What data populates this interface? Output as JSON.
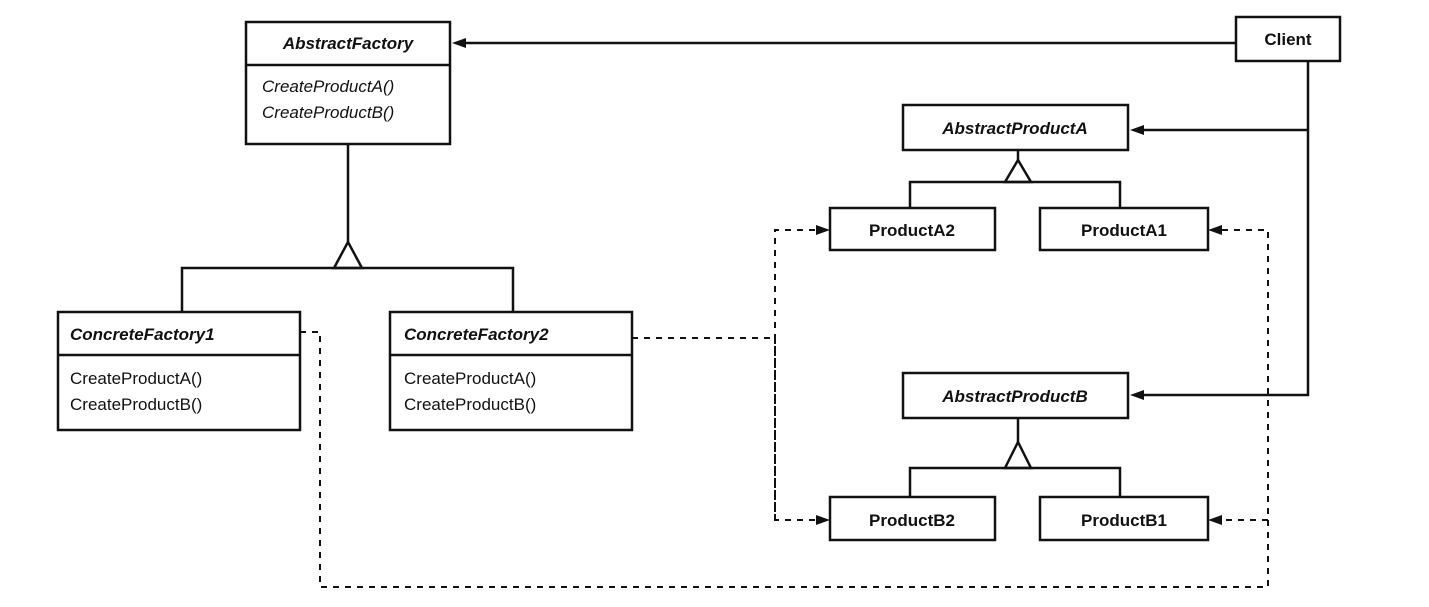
{
  "classes": {
    "abstract_factory": {
      "name": "AbstractFactory",
      "ops": [
        "CreateProductA()",
        "CreateProductB()"
      ]
    },
    "concrete_factory1": {
      "name": "ConcreteFactory1",
      "ops": [
        "CreateProductA()",
        "CreateProductB()"
      ]
    },
    "concrete_factory2": {
      "name": "ConcreteFactory2",
      "ops": [
        "CreateProductA()",
        "CreateProductB()"
      ]
    },
    "client": {
      "name": "Client"
    },
    "abstract_product_a": {
      "name": "AbstractProductA"
    },
    "abstract_product_b": {
      "name": "AbstractProductB"
    },
    "product_a1": {
      "name": "ProductA1"
    },
    "product_a2": {
      "name": "ProductA2"
    },
    "product_b1": {
      "name": "ProductB1"
    },
    "product_b2": {
      "name": "ProductB2"
    }
  }
}
